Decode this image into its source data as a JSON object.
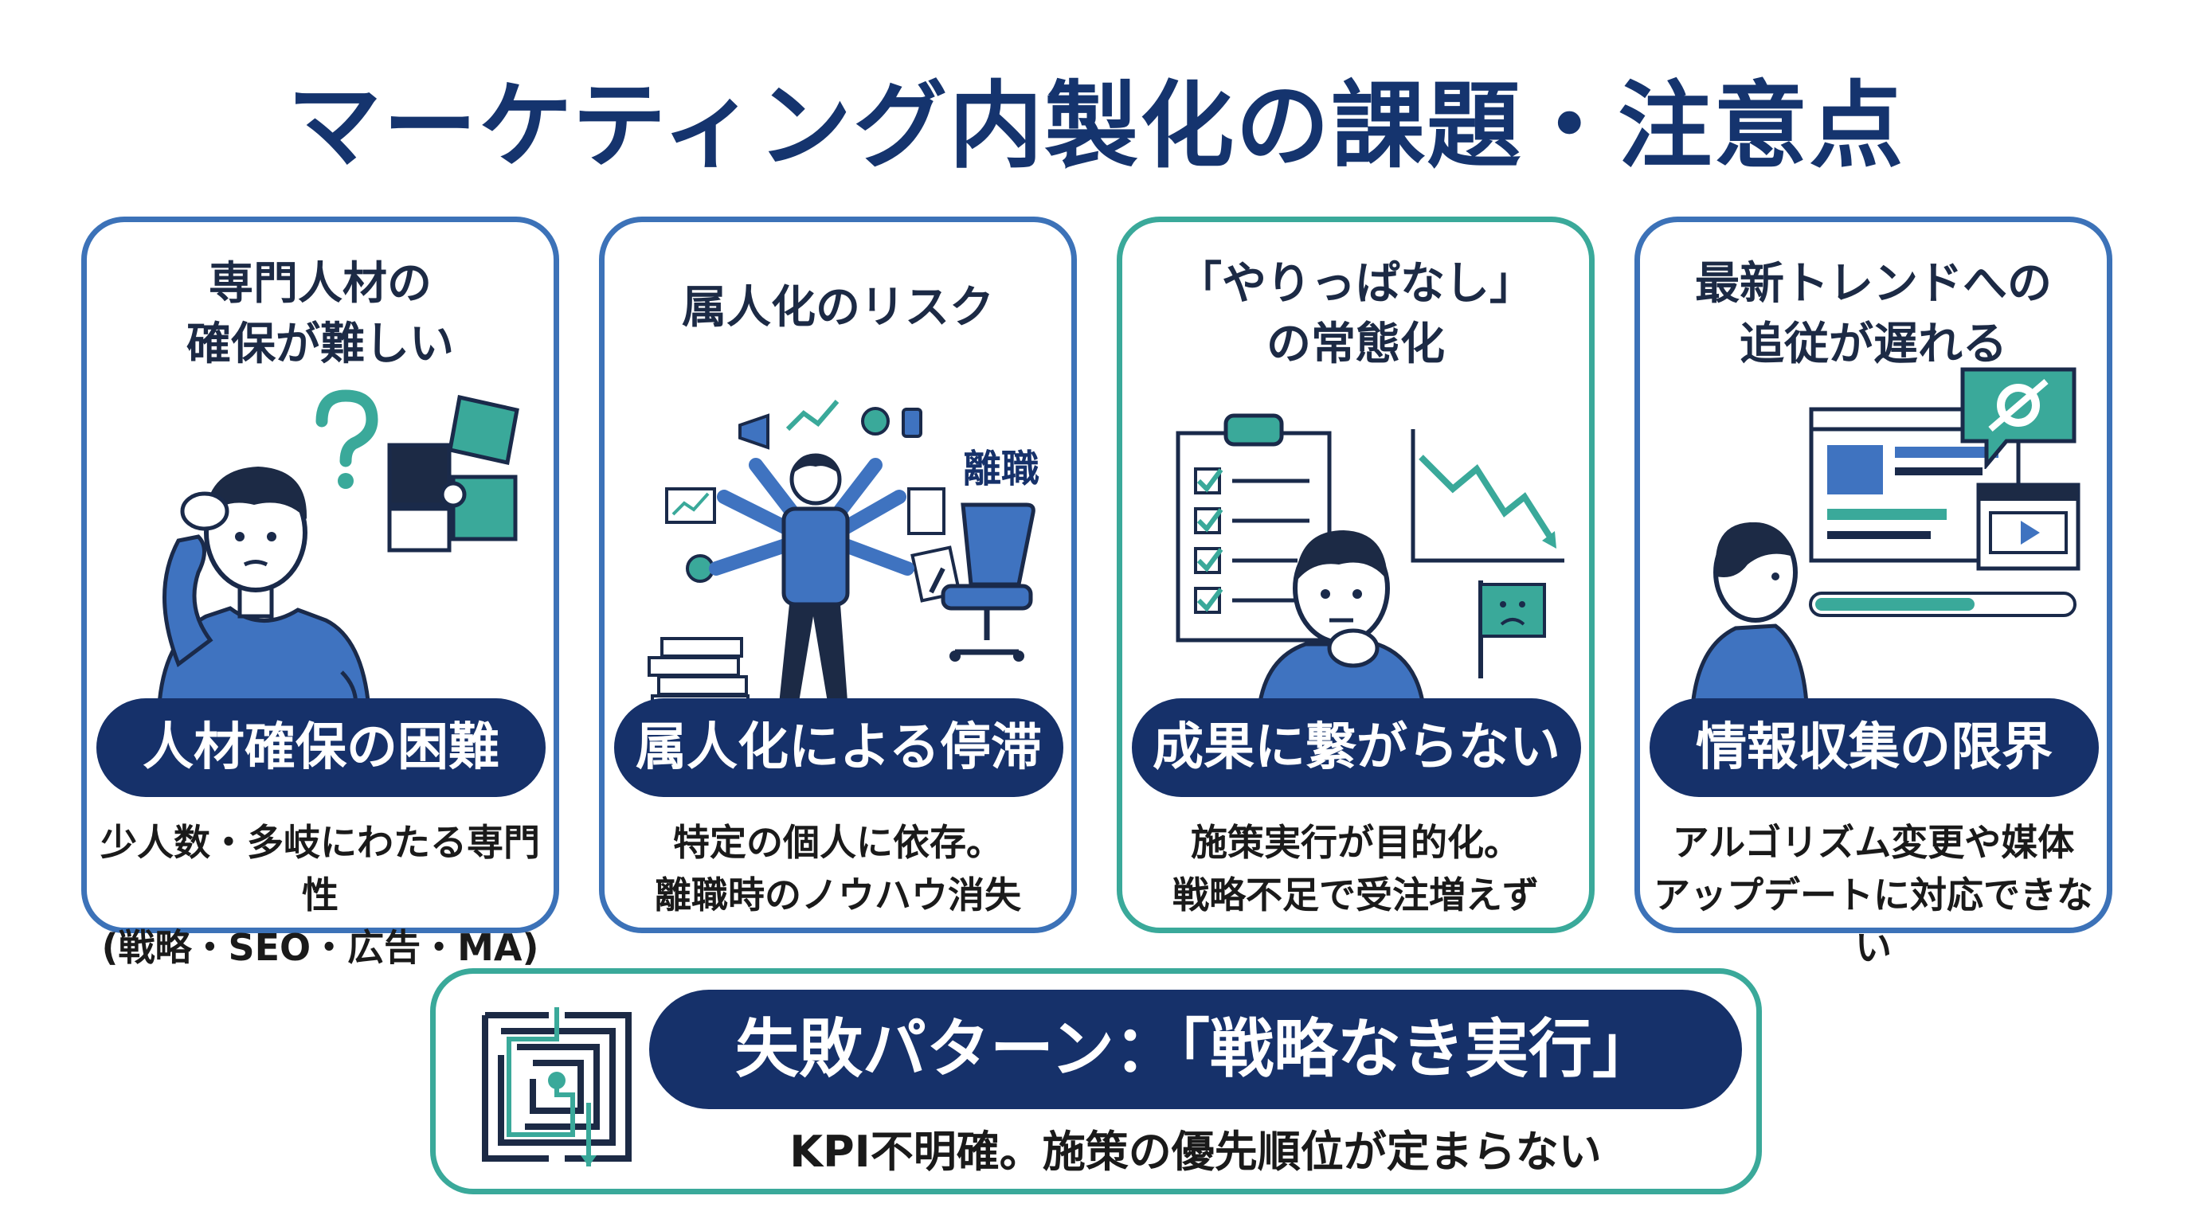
{
  "title": "マーケティング内製化の課題・注意点",
  "cards": [
    {
      "heading": "専門人材の\n確保が難しい",
      "pill": "人材確保の困難",
      "desc": "少人数・多岐にわたる専門性\n(戦略・SEO・広告・MA)",
      "illustration_icons": [
        "person-thinking-icon",
        "question-mark-icon",
        "puzzle-icon"
      ]
    },
    {
      "heading": "属人化のリスク",
      "pill": "属人化による停滞",
      "desc": "特定の個人に依存。\n離職時のノウハウ消失",
      "side_label": "離職",
      "illustration_icons": [
        "multitasking-person-icon",
        "document-pile-icon",
        "empty-office-chair-icon"
      ]
    },
    {
      "heading": "「やりっぱなし」\nの常態化",
      "pill": "成果に繋がらない",
      "desc": "施策実行が目的化。\n戦略不足で受注増えず",
      "illustration_icons": [
        "checklist-clipboard-icon",
        "worried-person-icon",
        "declining-chart-icon",
        "sad-flag-icon"
      ]
    },
    {
      "heading": "最新トレンドへの\n追従が遅れる",
      "pill": "情報収集の限界",
      "desc": "アルゴリズム変更や媒体\nアップデートに対応できない",
      "illustration_icons": [
        "person-side-icon",
        "browser-window-icon",
        "gear-update-icon",
        "video-window-icon",
        "progress-bar-icon"
      ]
    }
  ],
  "bottom": {
    "pill": "失敗パターン：「戦略なき実行」",
    "desc": "KPI不明確。施策の優先順位が定まらない",
    "icon": "maze-icon"
  },
  "colors": {
    "navy": "#16316a",
    "title": "#15346e",
    "blue": "#3c72b8",
    "teal": "#3aa99a",
    "illustration_blue": "#3f73c0",
    "illustration_teal": "#3aa99a"
  }
}
